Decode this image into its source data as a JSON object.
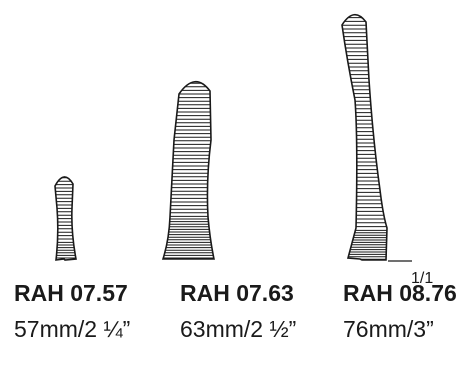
{
  "products": [
    {
      "code": "RAH 07.57",
      "size": "57mm/2 ¼”"
    },
    {
      "code": "RAH 07.63",
      "size": "63mm/2 ½”"
    },
    {
      "code": "RAH 08.76",
      "size": "76mm/3”"
    }
  ],
  "scale_label": "1/1",
  "colors": {
    "stroke": "#1a1a1a",
    "background": "#ffffff"
  }
}
